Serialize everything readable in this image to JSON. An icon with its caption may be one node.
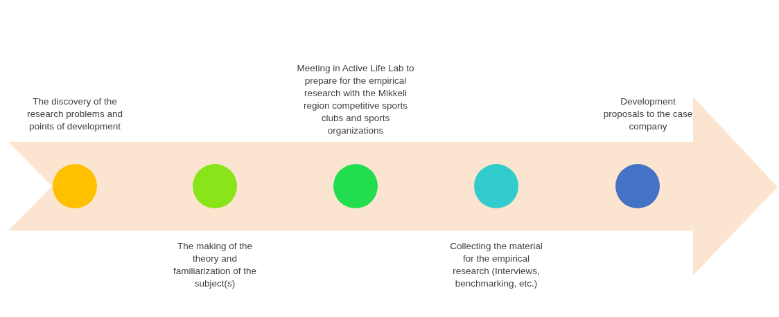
{
  "diagram": {
    "nodes": [
      {
        "text": [],
        "shape": "arrow"
      },
      {
        "text": [],
        "shape": "circle",
        "in": 0,
        "beside": [
          "The discovery of the research problems and points of development"
        ]
      },
      {
        "text": [],
        "shape": "circle",
        "in": 0,
        "beside": [
          "The making of the theory and familiarization of the subject(s)"
        ]
      },
      {
        "text": [],
        "shape": "circle",
        "in": 0,
        "beside": [
          "Meeting in Active Life Lab to prepare for the empirical research with the Mikkeli region competitive sports clubs and sports organizations"
        ]
      },
      {
        "text": [],
        "shape": "circle",
        "in": 0,
        "beside": [
          "Collecting the material for the empirical research (Interviews, benchmarking, etc.)"
        ]
      },
      {
        "text": [],
        "shape": "circle",
        "in": 0,
        "beside": [
          "Development proposals to the case company"
        ]
      }
    ]
  }
}
